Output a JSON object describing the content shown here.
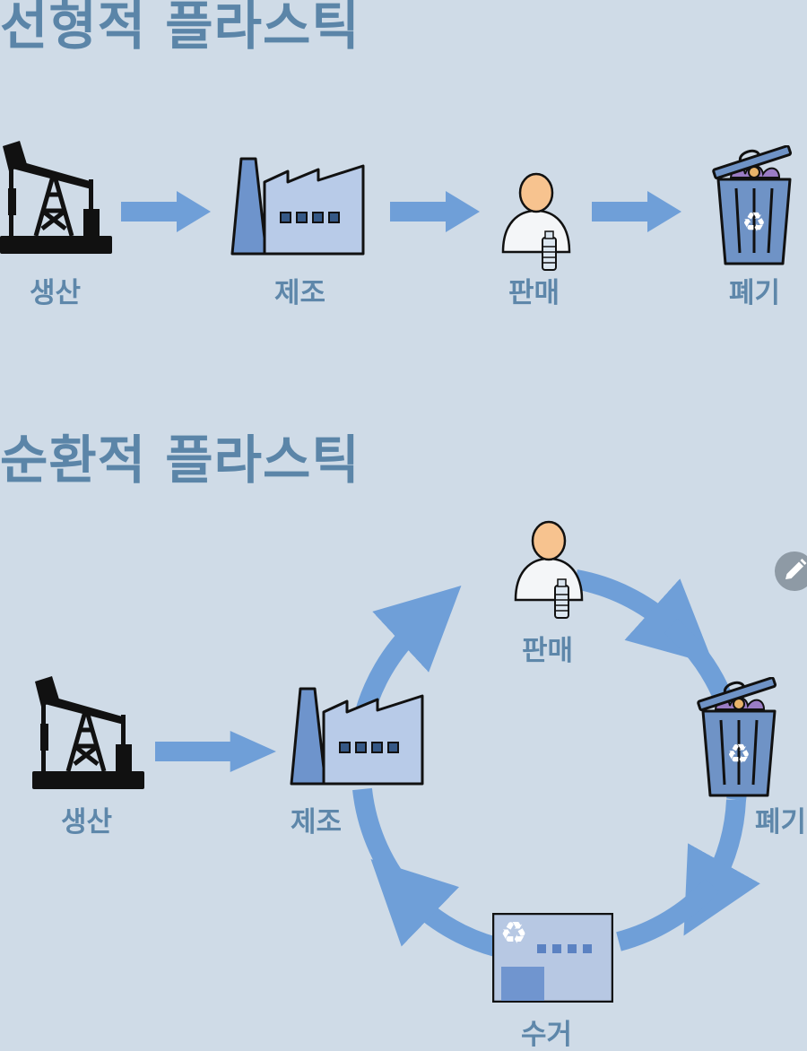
{
  "linear": {
    "title": "선형적 플라스틱",
    "steps": [
      {
        "label": "생산",
        "icon": "oil-pump-icon"
      },
      {
        "label": "제조",
        "icon": "factory-icon"
      },
      {
        "label": "판매",
        "icon": "person-with-bottle-icon"
      },
      {
        "label": "폐기",
        "icon": "trash-can-icon"
      }
    ]
  },
  "circular": {
    "title": "순환적 플라스틱",
    "steps": [
      {
        "label": "생산",
        "icon": "oil-pump-icon"
      },
      {
        "label": "제조",
        "icon": "factory-icon"
      },
      {
        "label": "판매",
        "icon": "person-with-bottle-icon"
      },
      {
        "label": "폐기",
        "icon": "trash-can-icon"
      },
      {
        "label": "수거",
        "icon": "recycling-facility-icon"
      }
    ]
  },
  "colors": {
    "background": "#cfdbe7",
    "title": "#5b85a8",
    "label": "#5e87aa",
    "arrow": "#6f9fd8"
  },
  "floating_button": {
    "icon": "pencil-icon"
  }
}
